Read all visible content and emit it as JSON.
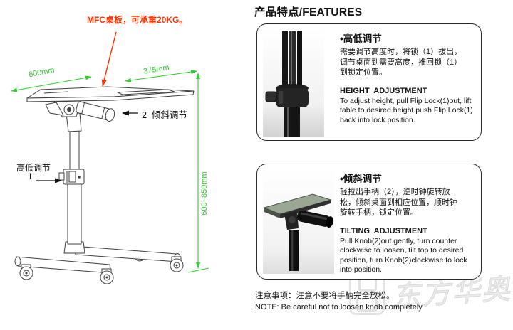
{
  "title": "产品特点/FEATURES",
  "diagram": {
    "note_red": "MFC桌板，可承重20KG。",
    "dim_width": "600mm",
    "dim_depth": "375mm",
    "dim_height": "600~850mm",
    "tilt_label": "2  倾斜调节",
    "height_label": "高低调节",
    "height_num": "1"
  },
  "features": [
    {
      "heading_cn": "•高低调节",
      "cn_lines": [
        "需要调节高度时，将锁（1）拔出，",
        "调节桌面到需要高度，推回锁（1）",
        "到锁定位置。"
      ],
      "heading_en": "HEIGHT  ADJUSTMENT",
      "en_text": "To adjust height, pull Flip Lock(1)out, lift table to desired height push Flip Lock(1) back into lock position."
    },
    {
      "heading_cn": "•倾斜调节",
      "cn_lines": [
        "轻拉出手柄（2），逆时钟旋转放",
        "松，倾斜桌面到相应位置，顺时钟",
        "旋转手柄，锁定位置。"
      ],
      "heading_en": "TILTING  ADJUSTMENT",
      "en_text": "Pull Knob(2)out gently, turn counter clockwise to loosen, tilt top to desired position, turn Knob(2)clockwise to lock into position."
    }
  ],
  "notes": {
    "cn": "注意事项：注意不要将手柄完全放松。",
    "en": "NOTE: Be careful not to loosen knob completely"
  },
  "watermark": "东方华奥",
  "colors": {
    "dimension_green": "#33cc33",
    "note_red": "#ff3300",
    "line_art": "#3f3f3f"
  }
}
